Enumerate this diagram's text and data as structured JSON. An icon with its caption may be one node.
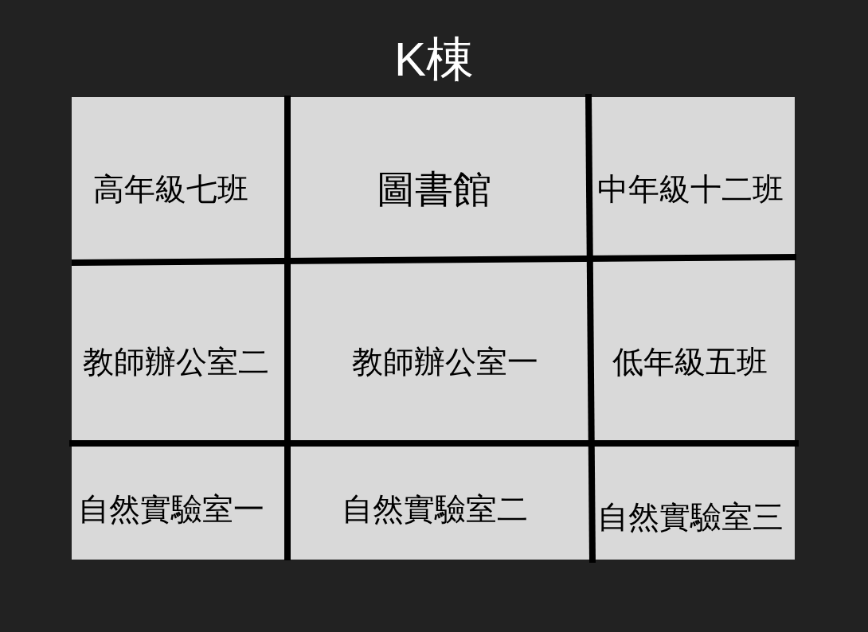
{
  "diagram": {
    "title": "K棟",
    "nodes": [
      {
        "text": [
          "高年級七班"
        ]
      },
      {
        "text": [
          "圖書館"
        ]
      },
      {
        "text": [
          "中年級十二班"
        ]
      },
      {
        "text": [
          "教師辦公室二"
        ]
      },
      {
        "text": [
          "教師辦公室一"
        ]
      },
      {
        "text": [
          "低年級五班"
        ]
      },
      {
        "text": [
          "自然實驗室一"
        ]
      },
      {
        "text": [
          "自然實驗室二"
        ]
      },
      {
        "text": [
          "自然實驗室三"
        ]
      }
    ]
  }
}
